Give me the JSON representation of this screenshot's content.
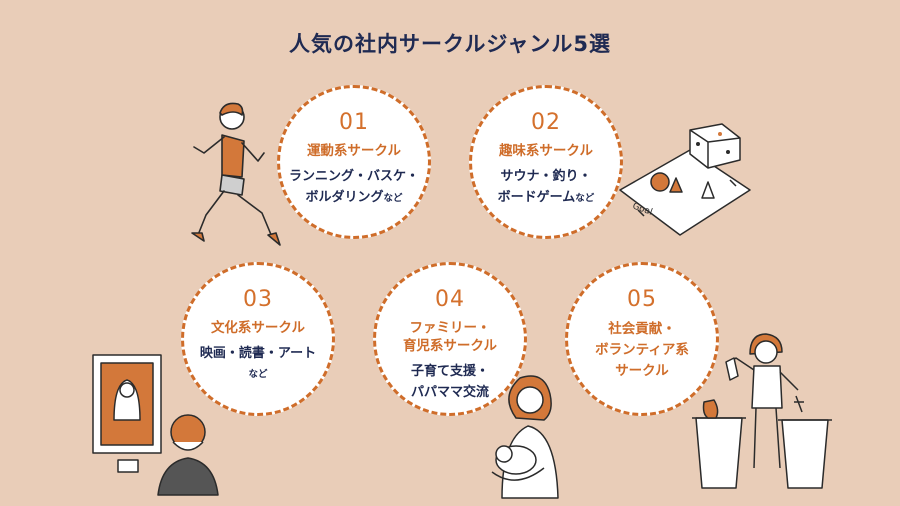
{
  "title": "人気の社内サークルジャンル5選",
  "circles": [
    {
      "num": "01",
      "category": "運動系サークル",
      "line1": "ランニング・バスケ・",
      "line2": "ボルダリング",
      "suffix": "など"
    },
    {
      "num": "02",
      "category": "趣味系サークル",
      "line1": "サウナ・釣り・",
      "line2": "ボードゲーム",
      "suffix": "など"
    },
    {
      "num": "03",
      "category": "文化系サークル",
      "line1": "映画・読書・アート",
      "suffix": "など"
    },
    {
      "num": "04",
      "category_line1": "ファミリー・",
      "category_line2": "育児系サークル",
      "line1": "子育て支援・",
      "line2": "パパママ交流"
    },
    {
      "num": "05",
      "category_line1": "社会貢献・",
      "category_line2": "ボランティア系",
      "category_line3": "サークル"
    }
  ],
  "board_text": "Goal",
  "colors": {
    "background": "#e9cdb8",
    "accent": "#cf6d2a",
    "navy": "#1f2a52",
    "highlight": "#f2dc8e"
  },
  "icons": [
    "runner-illustration",
    "board-game-illustration",
    "painting-viewer-illustration",
    "mother-baby-illustration",
    "volunteer-cleanup-illustration"
  ]
}
